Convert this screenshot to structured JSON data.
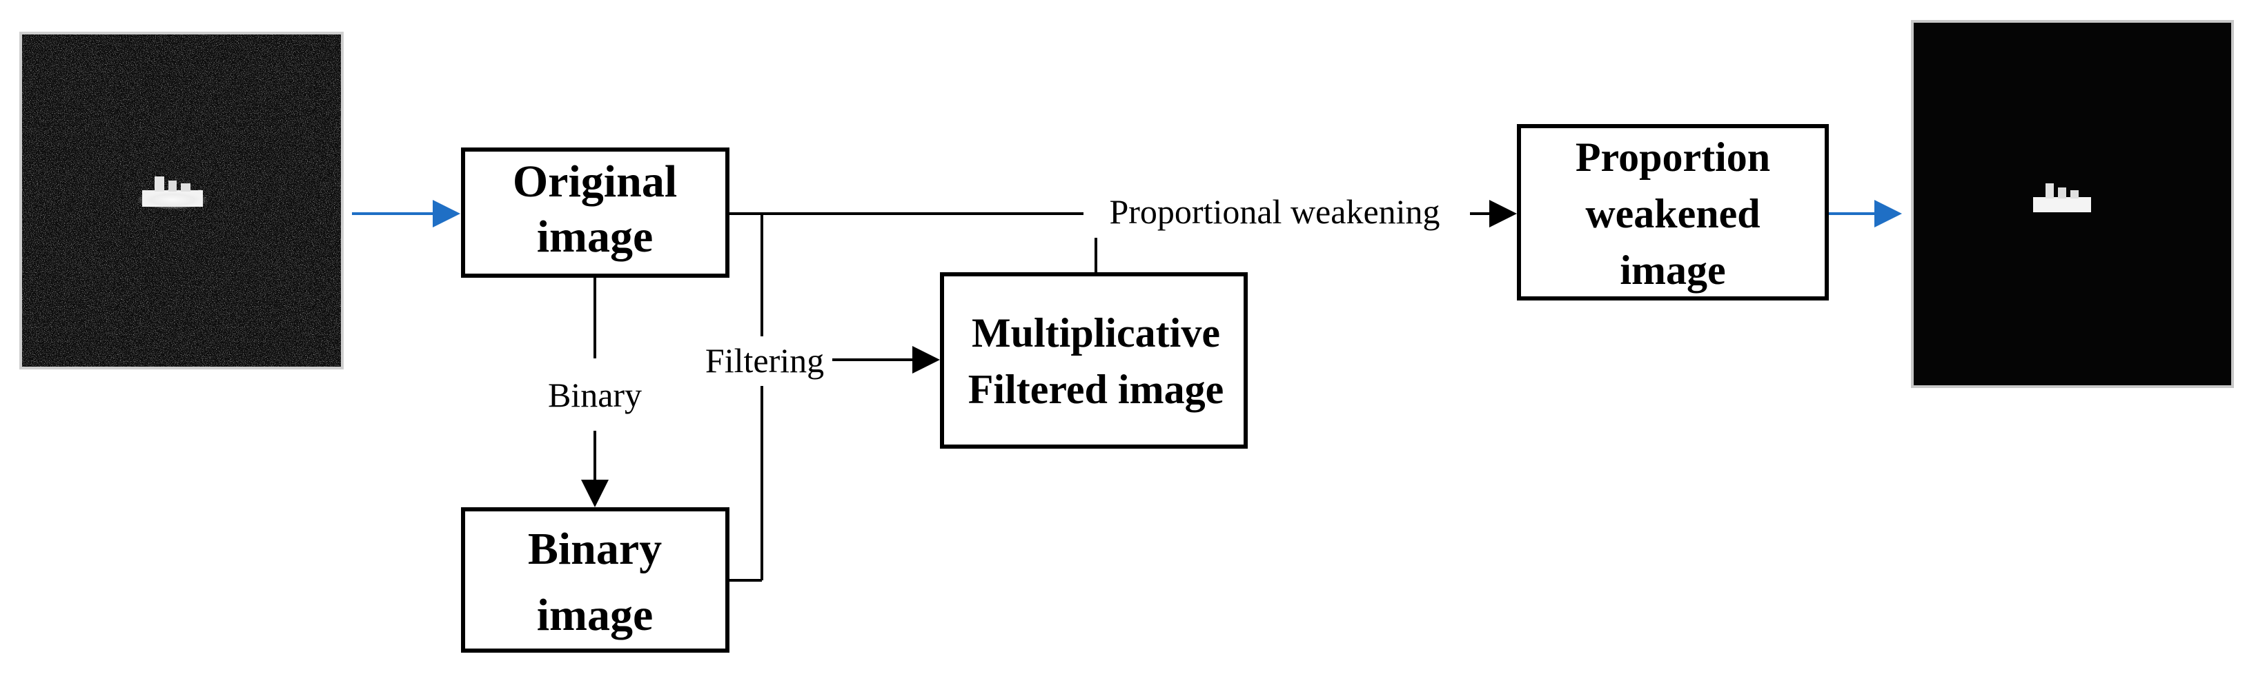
{
  "diagram": {
    "nodes": {
      "original": {
        "lines": [
          "Original",
          "image"
        ]
      },
      "binary": {
        "lines": [
          "Binary",
          "image"
        ]
      },
      "multiplicative": {
        "lines": [
          "Multiplicative",
          "Filtered image"
        ]
      },
      "proportion": {
        "lines": [
          "Proportion",
          "weakened",
          "image"
        ]
      }
    },
    "edges": {
      "binary_label": "Binary",
      "filtering_label": "Filtering",
      "proportional_label": "Proportional weakening"
    },
    "colors": {
      "line": "#000000",
      "input_arrow": "#1f6fc5",
      "output_arrow": "#1f6fc5",
      "thumbnail_bg": "#0d0d0d",
      "thumbnail_border": "#c8c8c8"
    },
    "thumbnails": {
      "input": "sar-noisy-image",
      "output": "sar-weakened-image"
    }
  }
}
